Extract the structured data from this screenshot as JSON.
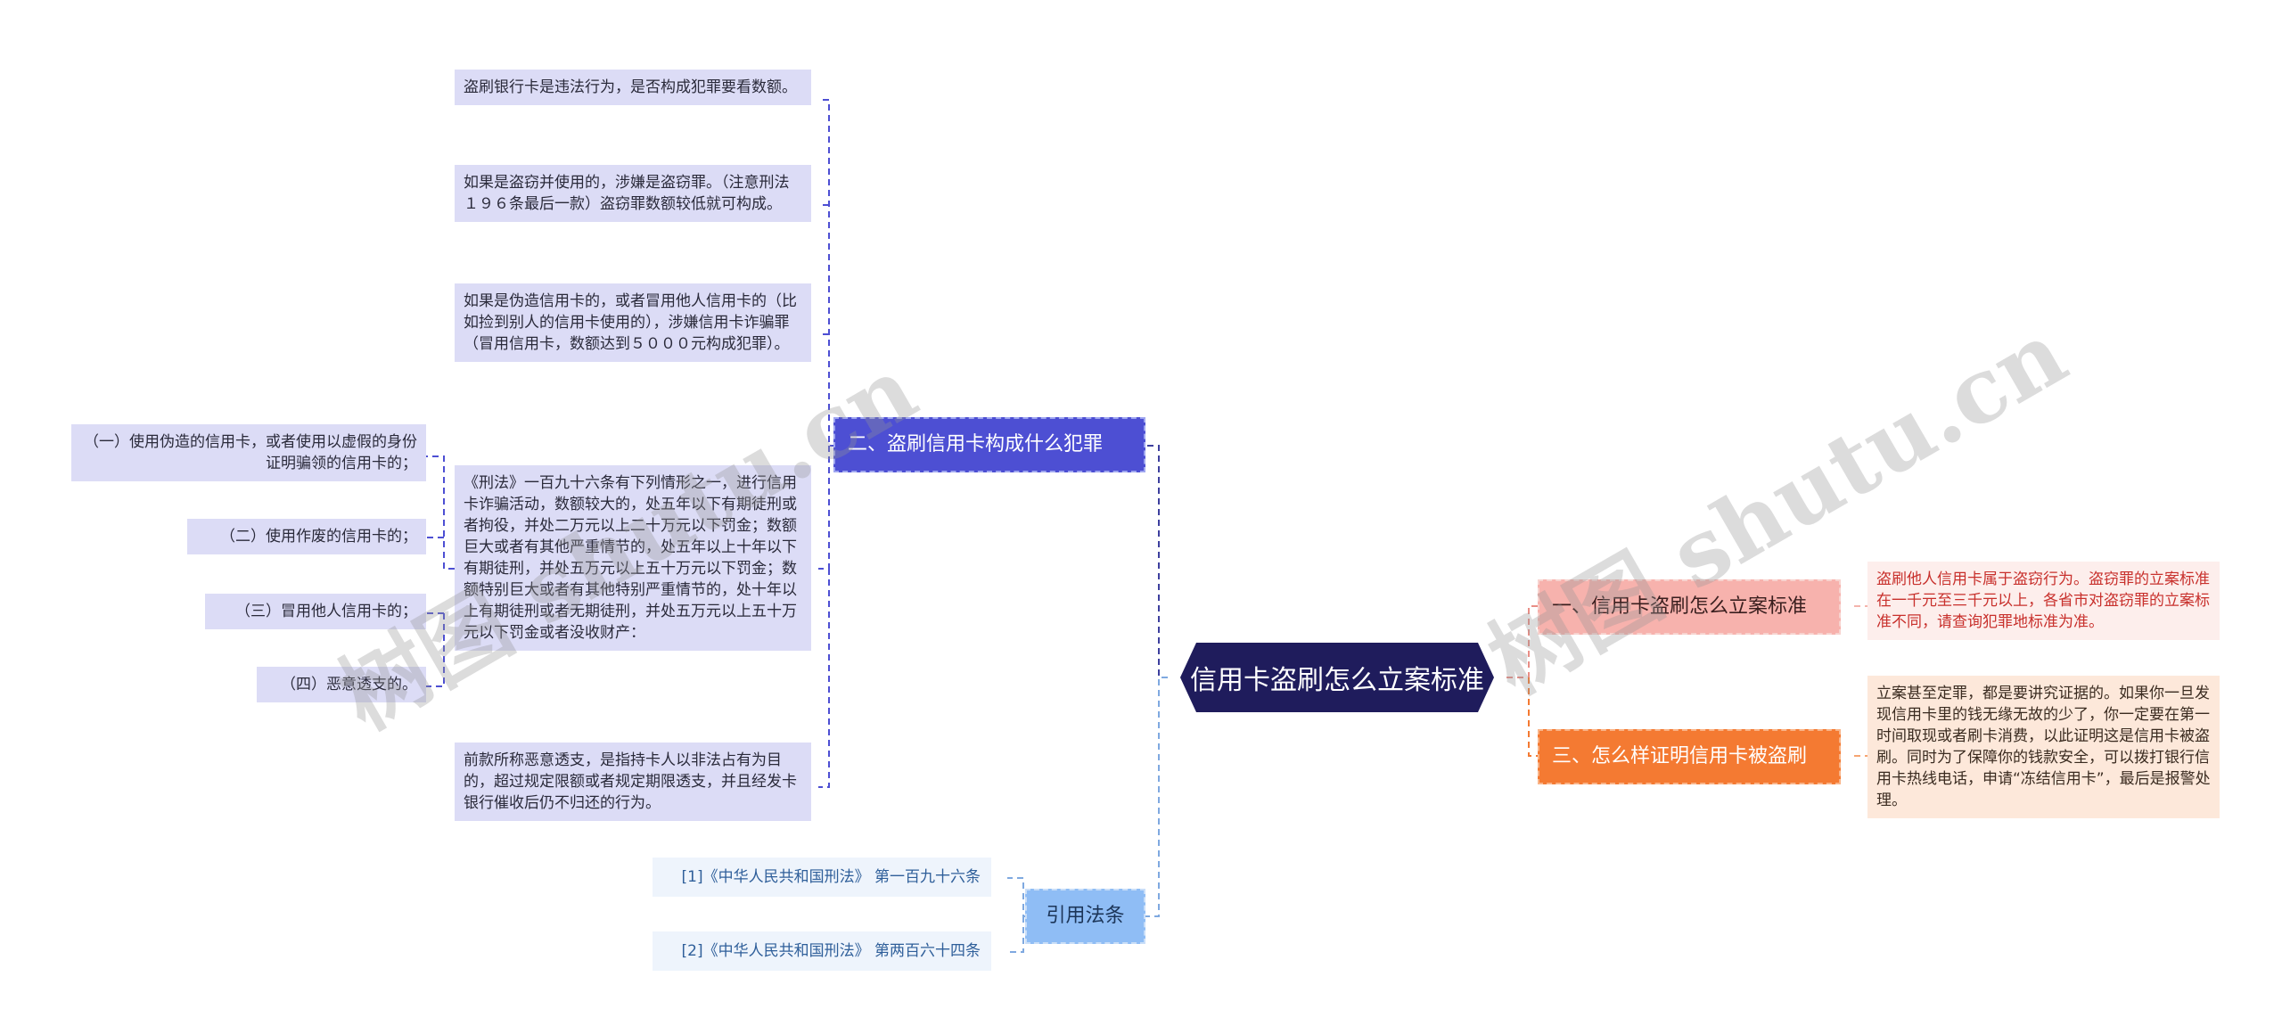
{
  "central": {
    "label": "信用卡盗刷怎么立案标准",
    "color": "#1f1c5c"
  },
  "branches": {
    "section_two": {
      "label": "二、盗刷信用卡构成什么犯罪",
      "color": "#4d4fd3",
      "items": [
        "盗刷银行卡是违法行为，是否构成犯罪要看数额。",
        "如果是盗窃并使用的，涉嫌是盗窃罪。（注意刑法１９６条最后一款）盗窃罪数额较低就可构成。",
        "如果是伪造信用卡的，或者冒用他人信用卡的（比如捡到别人的信用卡使用的），涉嫌信用卡诈骗罪（冒用信用卡，数额达到５０００元构成犯罪）。",
        "《刑法》一百九十六条有下列情形之一，进行信用卡诈骗活动，数额较大的，处五年以下有期徒刑或者拘役，并处二万元以上二十万元以下罚金；数额巨大或者有其他严重情节的，处五年以上十年以下有期徒刑，并处五万元以上五十万元以下罚金；数额特别巨大或者有其他特别严重情节的，处十年以上有期徒刑或者无期徒刑，并处五万元以上五十万元以下罚金或者没收财产：",
        "前款所称恶意透支，是指持卡人以非法占有为目的，超过规定限额或者规定期限透支，并且经发卡银行催收后仍不归还的行为。"
      ],
      "sub_items": [
        "（一）使用伪造的信用卡，或者使用以虚假的身份证明骗领的信用卡的；",
        "（二）使用作废的信用卡的；",
        "（三）冒用他人信用卡的；",
        "（四）恶意透支的。"
      ]
    },
    "laws": {
      "label": "引用法条",
      "color": "#8fbdf5",
      "items": [
        "[1]《中华人民共和国刑法》 第一百九十六条",
        "[2]《中华人民共和国刑法》 第两百六十四条"
      ]
    },
    "section_one": {
      "label": "一、信用卡盗刷怎么立案标准",
      "color": "#f7b2ad",
      "detail": "盗刷他人信用卡属于盗窃行为。盗窃罪的立案标准在一千元至三千元以上，各省市对盗窃罪的立案标准不同，请查询犯罪地标准为准。"
    },
    "section_three": {
      "label": "三、怎么样证明信用卡被盗刷",
      "color": "#f47a32",
      "detail": "立案甚至定罪，都是要讲究证据的。如果你一旦发现信用卡里的钱无缘无故的少了，你一定要在第一时间取现或者刷卡消费，以此证明这是信用卡被盗刷。同时为了保障你的钱款安全，可以拨打银行信用卡热线电话，申请“冻结信用卡”，最后是报警处理。"
    }
  },
  "watermark": "树图 shutu.cn"
}
